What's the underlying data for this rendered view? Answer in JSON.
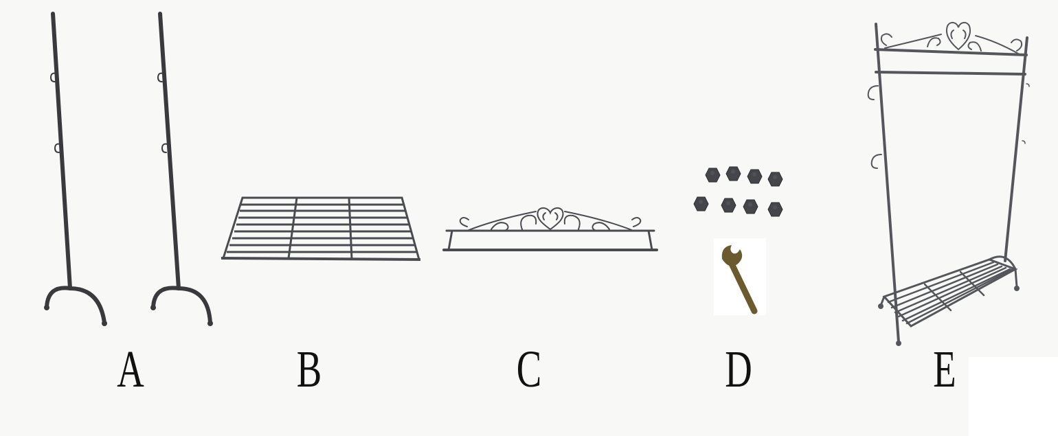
{
  "labels": {
    "a": "A",
    "b": "B",
    "c": "C",
    "d": "D",
    "e": "E"
  },
  "colors": {
    "background": "#f8f8f6",
    "metal": "#3a3a3e",
    "metal_light": "#55565c",
    "wrench": "#6b5a2e",
    "label_text": "#111111"
  },
  "parts": {
    "a": {
      "name": "side-pole-with-hooks",
      "quantity": 2
    },
    "b": {
      "name": "shoe-rack-shelf",
      "quantity": 1
    },
    "c": {
      "name": "decorative-top-crossbar",
      "quantity": 1
    },
    "d": {
      "name": "cap-nuts-and-wrench",
      "nut_count": 8,
      "wrench_count": 1
    },
    "e": {
      "name": "assembled-clothes-rack",
      "quantity": 1
    }
  }
}
